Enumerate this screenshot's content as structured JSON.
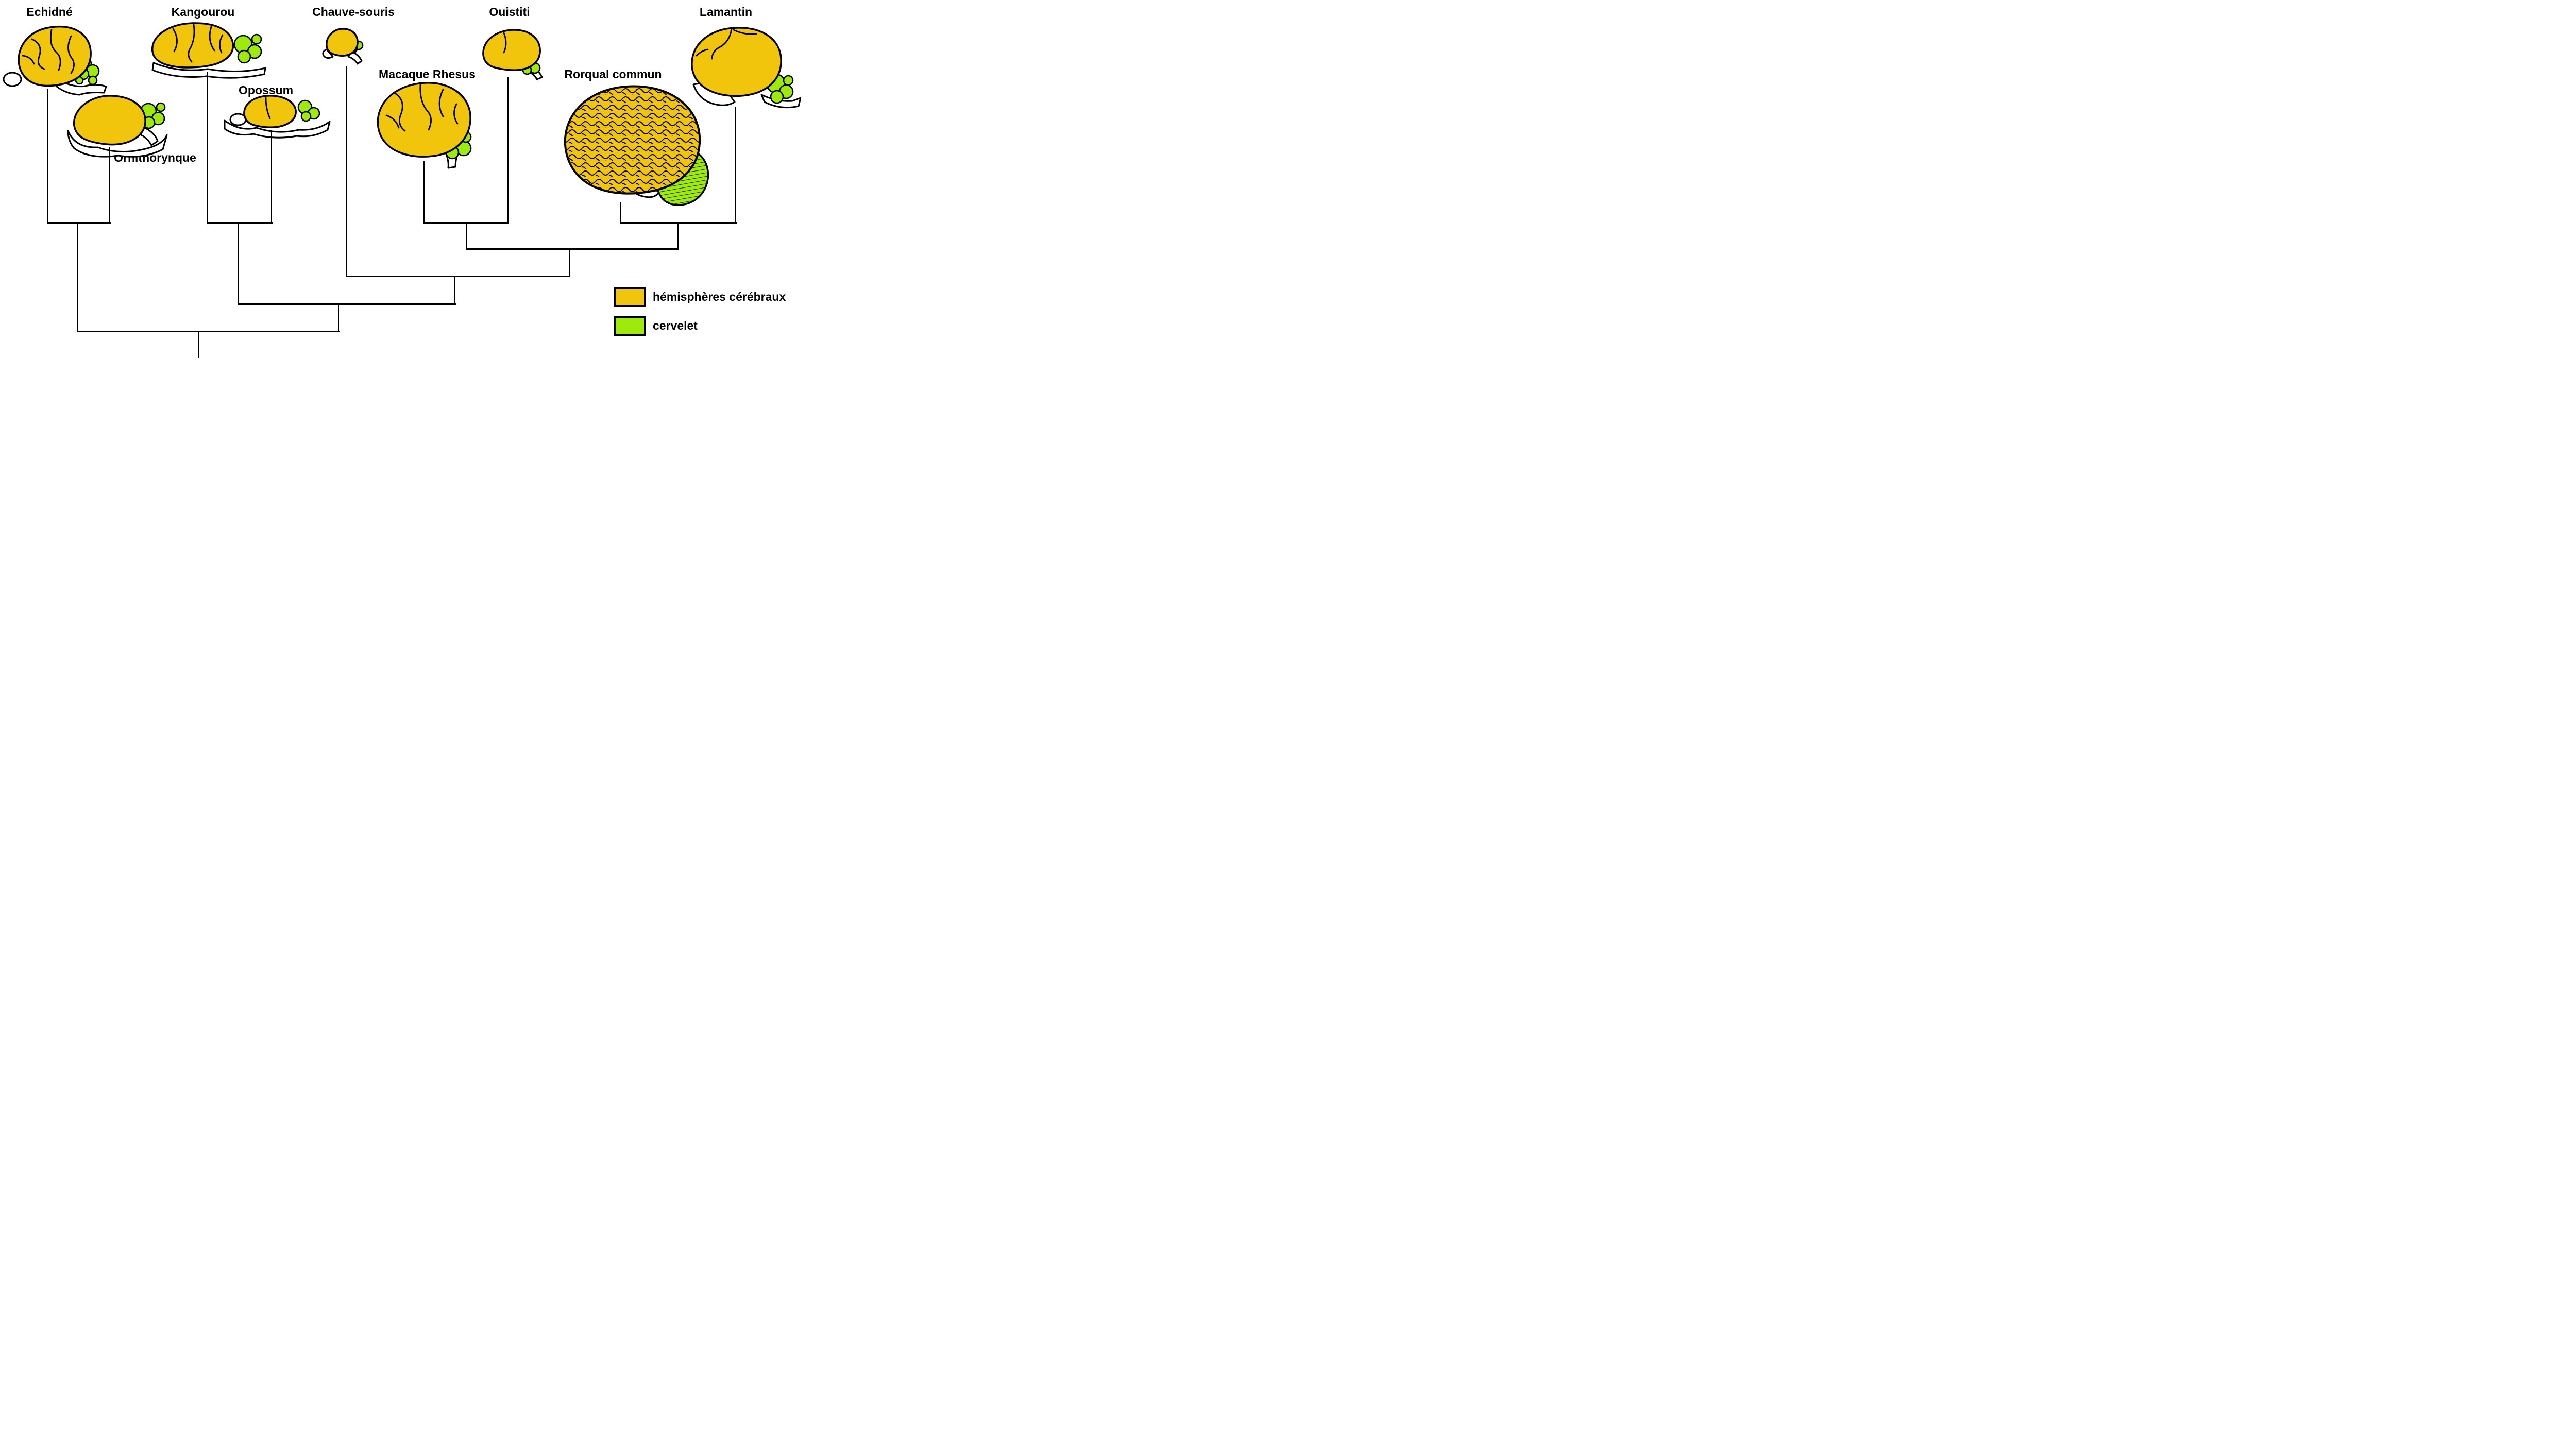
{
  "figure": {
    "kind": "cladogram of mammal brains",
    "language": "French"
  },
  "species": [
    {
      "id": "echidne",
      "label": "Echidné"
    },
    {
      "id": "ornithorynque",
      "label": "Ornithorynque"
    },
    {
      "id": "kangourou",
      "label": "Kangourou"
    },
    {
      "id": "opossum",
      "label": "Opossum"
    },
    {
      "id": "chauve-souris",
      "label": "Chauve-souris"
    },
    {
      "id": "macaque-rhesus",
      "label": "Macaque Rhesus"
    },
    {
      "id": "ouistiti",
      "label": "Ouistiti"
    },
    {
      "id": "rorqual-commun",
      "label": "Rorqual commun"
    },
    {
      "id": "lamantin",
      "label": "Lamantin"
    }
  ],
  "legend": {
    "items": [
      {
        "label": "hémisphères cérébraux",
        "color": "#F2C50D"
      },
      {
        "label": "cervelet",
        "color": "#9EEA0C"
      }
    ]
  },
  "colors": {
    "cerebrum": "#F2C50D",
    "cerebellum": "#9EEA0C",
    "outline": "#000000",
    "branch": "#000000",
    "background": "#FFFFFF"
  },
  "tree": {
    "topology": [
      [
        "Echidné",
        "Ornithorynque"
      ],
      [
        [
          "Kangourou",
          "Opossum"
        ],
        [
          "Chauve-souris",
          [
            [
              "Macaque Rhesus",
              "Ouistiti"
            ],
            [
              "Rorqual commun",
              "Lamantin"
            ]
          ]
        ]
      ]
    ]
  }
}
